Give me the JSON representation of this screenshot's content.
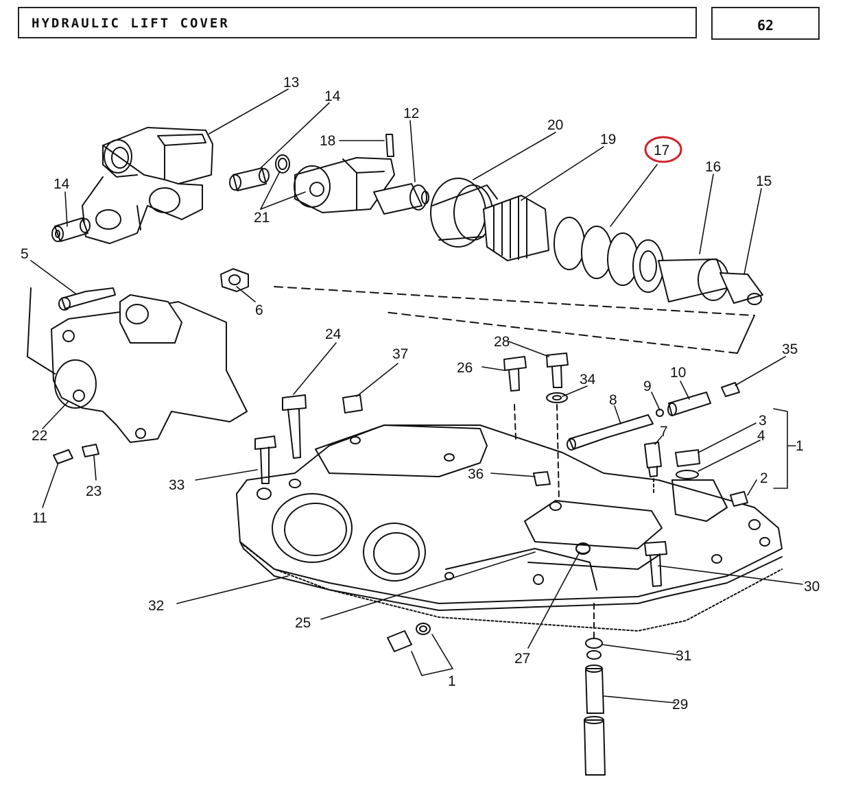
{
  "header": {
    "title": "HYDRAULIC LIFT COVER",
    "page_number": "62"
  },
  "highlight": {
    "part": "17",
    "color": "#d0202a"
  },
  "labels": [
    "13",
    "14",
    "12",
    "20",
    "19",
    "17",
    "16",
    "15",
    "18",
    "14",
    "21",
    "5",
    "6",
    "24",
    "37",
    "28",
    "26",
    "34",
    "35",
    "10",
    "9",
    "8",
    "3",
    "4",
    "1",
    "7",
    "2",
    "22",
    "23",
    "11",
    "33",
    "36",
    "30",
    "32",
    "25",
    "27",
    "31",
    "29",
    "1"
  ]
}
